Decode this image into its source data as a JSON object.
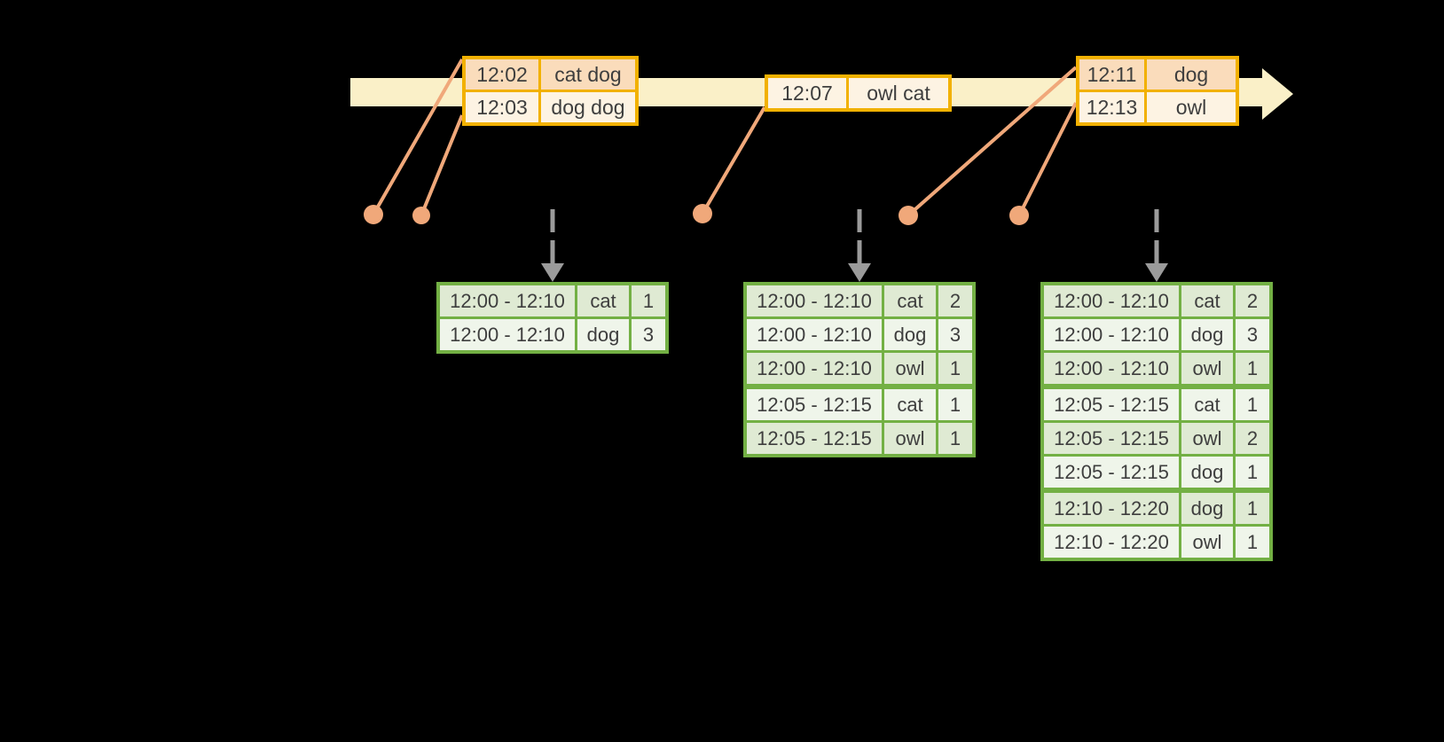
{
  "colors": {
    "background": "#000000",
    "timeline_band": "#FAF0C8",
    "orange_border": "#F2B101",
    "orange_row_dark": "#FADCBB",
    "orange_row_light": "#FDF3E3",
    "green_border": "#73B044",
    "green_row_dark": "#DFEAD3",
    "green_row_light": "#EFF5EA",
    "connector": "#F0A87A",
    "arrow_gray": "#9B9B9B",
    "text": "#3E3E3E"
  },
  "event_tables": [
    {
      "rows": [
        {
          "time": "12:02",
          "words": "cat dog"
        },
        {
          "time": "12:03",
          "words": "dog dog"
        }
      ]
    },
    {
      "rows": [
        {
          "time": "12:07",
          "words": "owl cat"
        }
      ]
    },
    {
      "rows": [
        {
          "time": "12:11",
          "words": "dog"
        },
        {
          "time": "12:13",
          "words": "owl"
        }
      ]
    }
  ],
  "result_tables": [
    {
      "rows": [
        {
          "window": "12:00 - 12:10",
          "word": "cat",
          "count": "1"
        },
        {
          "window": "12:00 - 12:10",
          "word": "dog",
          "count": "3"
        }
      ]
    },
    {
      "rows": [
        {
          "window": "12:00 - 12:10",
          "word": "cat",
          "count": "2"
        },
        {
          "window": "12:00 - 12:10",
          "word": "dog",
          "count": "3"
        },
        {
          "window": "12:00 - 12:10",
          "word": "owl",
          "count": "1"
        },
        {
          "window": "12:05 - 12:15",
          "word": "cat",
          "count": "1"
        },
        {
          "window": "12:05 - 12:15",
          "word": "owl",
          "count": "1"
        }
      ]
    },
    {
      "rows": [
        {
          "window": "12:00 - 12:10",
          "word": "cat",
          "count": "2"
        },
        {
          "window": "12:00 - 12:10",
          "word": "dog",
          "count": "3"
        },
        {
          "window": "12:00 - 12:10",
          "word": "owl",
          "count": "1"
        },
        {
          "window": "12:05 - 12:15",
          "word": "cat",
          "count": "1"
        },
        {
          "window": "12:05 - 12:15",
          "word": "owl",
          "count": "2"
        },
        {
          "window": "12:05 - 12:15",
          "word": "dog",
          "count": "1"
        },
        {
          "window": "12:10 - 12:20",
          "word": "dog",
          "count": "1"
        },
        {
          "window": "12:10 - 12:20",
          "word": "owl",
          "count": "1"
        }
      ]
    }
  ]
}
